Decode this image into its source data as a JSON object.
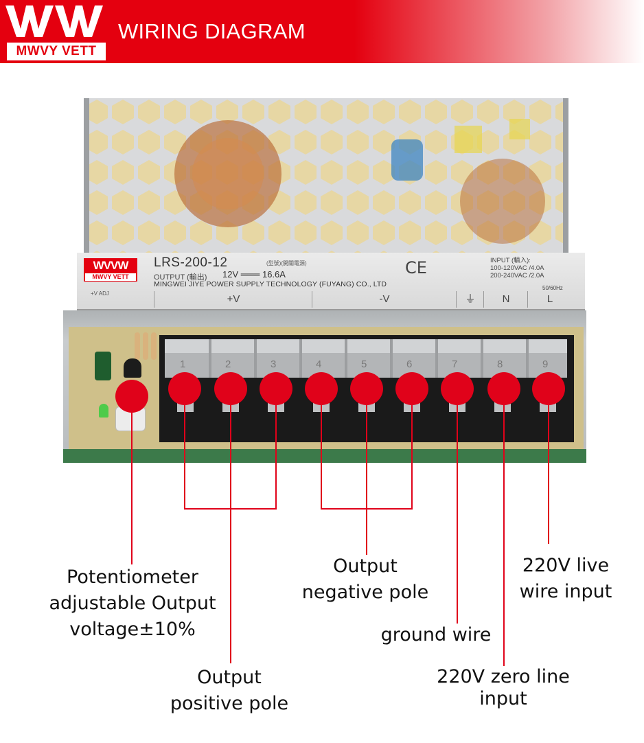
{
  "header": {
    "brand": "MWVY VETT",
    "title": "WIRING DIAGRAM",
    "accent_color": "#e4000f"
  },
  "device": {
    "brand": "MWVY VETT",
    "model": "LRS-200-12",
    "model_suffix": "(型號)(開關電源)",
    "output_label": "OUTPUT (輸出)",
    "output_rating": "12V ═══ 16.6A",
    "manufacturer": "MINGWEI JIYE POWER SUPPLY TECHNOLOGY (FUYANG) CO., LTD",
    "ce_mark": "CE",
    "input_label": "INPUT (輸入):",
    "input_range_1": "100-120VAC /4.0A",
    "input_range_2": "200-240VAC /2.0A",
    "frequency": "50/60Hz",
    "adj_label": "+V ADJ",
    "terminal_labels": [
      "+V",
      "-V",
      "⏚",
      "N",
      "L"
    ],
    "terminal_numbers": [
      "1",
      "2",
      "3",
      "4",
      "5",
      "6",
      "7",
      "8",
      "9"
    ]
  },
  "annotations": {
    "potentiometer": [
      "Potentiometer",
      "adjustable Output",
      "voltage±10%"
    ],
    "positive_pole": [
      "Output",
      "positive pole"
    ],
    "negative_pole": [
      "Output",
      "negative pole"
    ],
    "ground_wire": [
      "ground wire"
    ],
    "live_wire": [
      "220V live",
      "wire input"
    ],
    "zero_line": [
      "220V zero line",
      "input"
    ]
  },
  "marker_color": "#e0021a"
}
